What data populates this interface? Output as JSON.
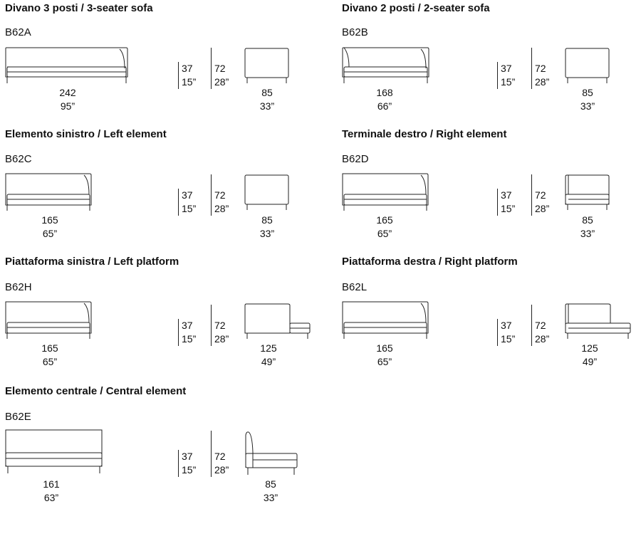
{
  "products": [
    {
      "title": "Divano 3 posti / 3-seater sofa",
      "code": "B62A",
      "seat_h_cm": "37",
      "seat_h_in": "15”",
      "height_cm": "72",
      "height_in": "28”",
      "width_cm": "242",
      "width_in": "95”",
      "depth_cm": "85",
      "depth_in": "33”"
    },
    {
      "title": "Divano 2 posti / 2-seater sofa",
      "code": "B62B",
      "seat_h_cm": "37",
      "seat_h_in": "15”",
      "height_cm": "72",
      "height_in": "28”",
      "width_cm": "168",
      "width_in": "66”",
      "depth_cm": "85",
      "depth_in": "33”"
    },
    {
      "title": "Elemento sinistro / Left element",
      "code": "B62C",
      "seat_h_cm": "37",
      "seat_h_in": "15”",
      "height_cm": "72",
      "height_in": "28”",
      "width_cm": "165",
      "width_in": "65”",
      "depth_cm": "85",
      "depth_in": "33”"
    },
    {
      "title": "Terminale destro / Right element",
      "code": "B62D",
      "seat_h_cm": "37",
      "seat_h_in": "15”",
      "height_cm": "72",
      "height_in": "28”",
      "width_cm": "165",
      "width_in": "65”",
      "depth_cm": "85",
      "depth_in": "33”"
    },
    {
      "title": "Piattaforma sinistra / Left platform",
      "code": "B62H",
      "seat_h_cm": "37",
      "seat_h_in": "15”",
      "height_cm": "72",
      "height_in": "28”",
      "width_cm": "165",
      "width_in": "65”",
      "depth_cm": "125",
      "depth_in": "49”"
    },
    {
      "title": "Piattaforma destra / Right platform",
      "code": "B62L",
      "seat_h_cm": "37",
      "seat_h_in": "15”",
      "height_cm": "72",
      "height_in": "28”",
      "width_cm": "165",
      "width_in": "65”",
      "depth_cm": "125",
      "depth_in": "49”"
    },
    {
      "title": "Elemento centrale / Central element",
      "code": "B62E",
      "seat_h_cm": "37",
      "seat_h_in": "15”",
      "height_cm": "72",
      "height_in": "28”",
      "width_cm": "161",
      "width_in": "63”",
      "depth_cm": "85",
      "depth_in": "33”"
    }
  ]
}
